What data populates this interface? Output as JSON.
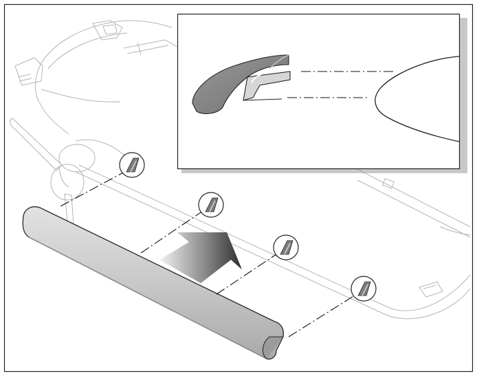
{
  "figure": {
    "text_labels": [],
    "colors": {
      "frame": "#222222",
      "airframe_line": "#b4b4b4",
      "part_dark": "#7c7c7c",
      "part_light": "#d6d6d6",
      "leading_edge_fill": "#cfcfcf",
      "arrow_dark": "#2e2e2e",
      "arrow_light": "#f2f2f2"
    },
    "callout_count": 4,
    "icons": [
      "detail-inset",
      "leading-edge-part",
      "install-arrow",
      "wing-clip"
    ]
  }
}
